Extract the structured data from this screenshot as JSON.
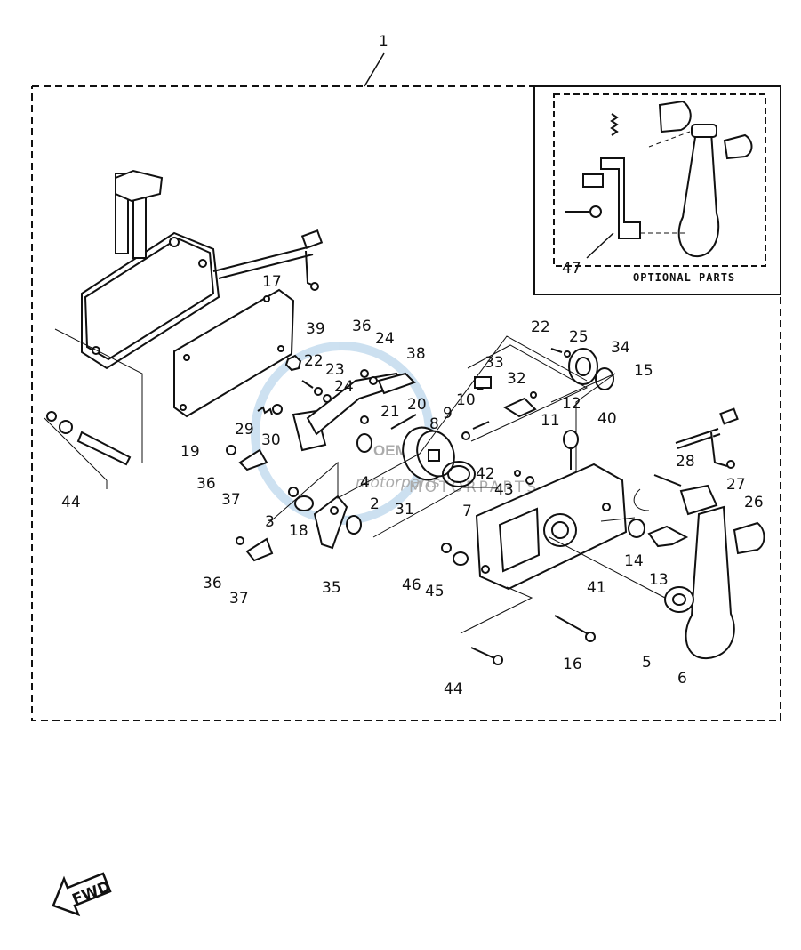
{
  "diagram": {
    "assembly_label": "1",
    "optional_label": "OPTIONAL PARTS",
    "optional_part_number": "47",
    "fwd_label": "FWD",
    "watermark": {
      "main": "OEM",
      "sub1": "motorparts",
      "sub2": "MOTORPARTS"
    },
    "part_labels": [
      "2",
      "3",
      "4",
      "5",
      "6",
      "7",
      "8",
      "9",
      "10",
      "11",
      "12",
      "13",
      "14",
      "15",
      "16",
      "17",
      "18",
      "19",
      "20",
      "21",
      "22",
      "22",
      "23",
      "24",
      "24",
      "25",
      "26",
      "27",
      "28",
      "29",
      "30",
      "31",
      "32",
      "33",
      "34",
      "35",
      "36",
      "36",
      "36",
      "37",
      "37",
      "38",
      "39",
      "40",
      "41",
      "42",
      "43",
      "44",
      "44",
      "45",
      "46"
    ]
  }
}
